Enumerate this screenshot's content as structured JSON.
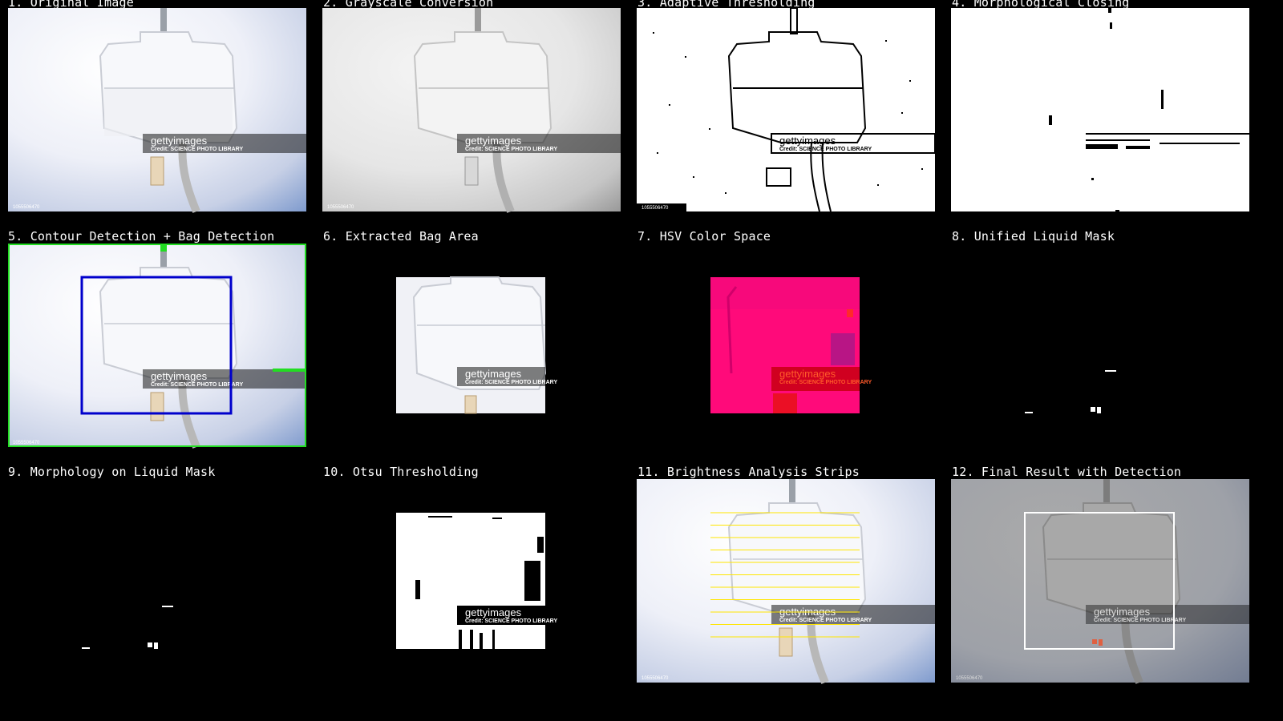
{
  "panels": [
    {
      "title": "1. Original Image"
    },
    {
      "title": "2. Grayscale Conversion"
    },
    {
      "title": "3. Adaptive Thresholding"
    },
    {
      "title": "4. Morphological Closing"
    },
    {
      "title": "5. Contour Detection + Bag Detection"
    },
    {
      "title": "6. Extracted Bag Area"
    },
    {
      "title": "7. HSV Color Space"
    },
    {
      "title": "8. Unified Liquid Mask"
    },
    {
      "title": "9. Morphology on Liquid Mask"
    },
    {
      "title": "10. Otsu Thresholding"
    },
    {
      "title": "11. Brightness Analysis Strips"
    },
    {
      "title": "12. Final Result with Detection"
    }
  ],
  "watermark": {
    "brand": "gettyimages",
    "credit": "Credit: SCIENCE PHOTO LIBRARY",
    "id": "1055506470"
  },
  "colors": {
    "background": "#000000",
    "contour_green": "#22dd22",
    "bag_box_blue": "#0000cc",
    "hsv_magenta": "#ff0a7a",
    "strip_yellow": "#ffe600",
    "detection_white": "#ffffff"
  }
}
